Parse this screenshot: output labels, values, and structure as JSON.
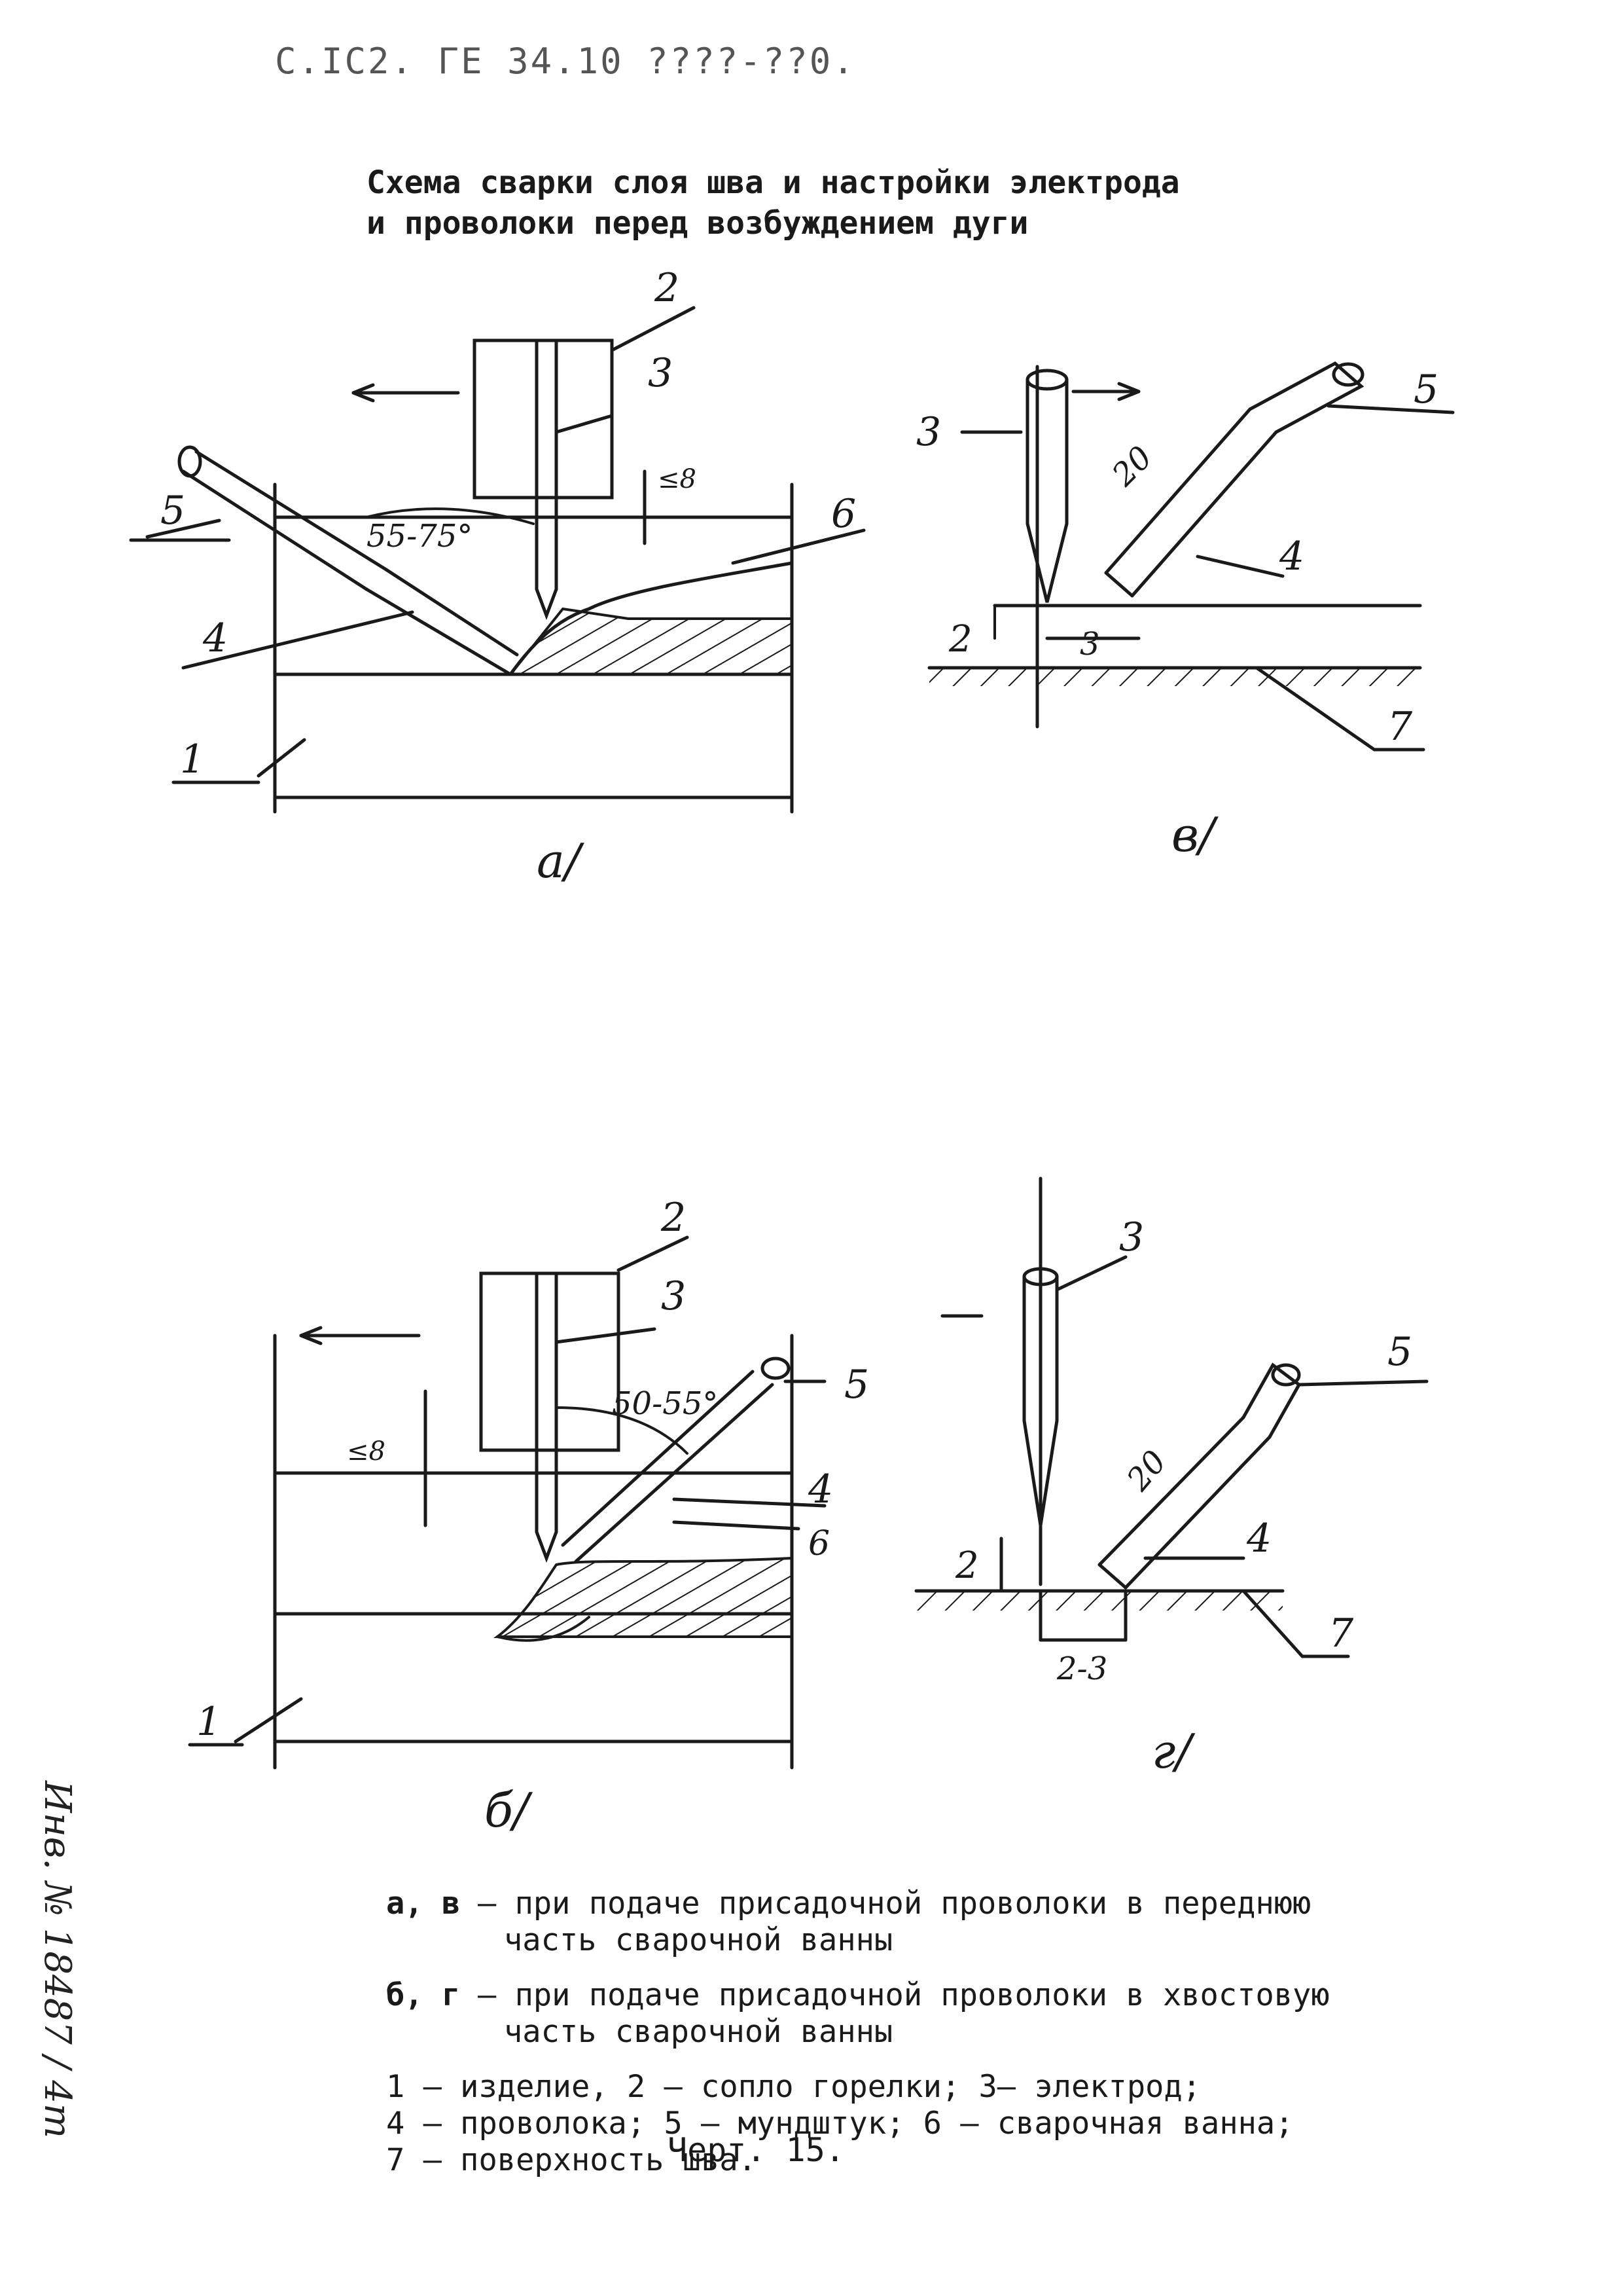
{
  "header": {
    "doc_code": "С.ІС2. ГЕ 34.10 ????-??0."
  },
  "title": {
    "line1": "Схема сварки слоя шва и настройки электрода",
    "line2": "и проволоки перед возбуждением дуги"
  },
  "diagram_a": {
    "caption": "а/",
    "angle": "55-75°",
    "gap": "≤8",
    "callouts": [
      "1",
      "2",
      "3",
      "4",
      "5",
      "6"
    ]
  },
  "diagram_v": {
    "caption": "в/",
    "dim_height": "2",
    "dim_offset": "3",
    "dim_length": "20",
    "callouts": [
      "3",
      "4",
      "5",
      "7"
    ]
  },
  "diagram_b": {
    "caption": "б/",
    "angle": "50-55°",
    "gap": "≤8",
    "callouts": [
      "1",
      "2",
      "3",
      "4",
      "5",
      "6"
    ]
  },
  "diagram_g": {
    "caption": "г/",
    "dim_height": "2",
    "dim_offset": "2-3",
    "dim_length": "20",
    "callouts": [
      "3",
      "4",
      "5",
      "7"
    ]
  },
  "legend": {
    "av_key": "а, в",
    "av_text_1": "– при подаче присадочной проволоки в переднюю",
    "av_text_2": "часть сварочной ванны",
    "bg_key": "б, г",
    "bg_text_1": "– при подаче присадочной проволоки в хвостовую",
    "bg_text_2": "часть сварочной ванны",
    "items_line1": "1 – изделие, 2 – сопло горелки; 3– электрод;",
    "items_line2": "4 – проволока; 5 – мундштук; 6 – сварочная ванна;",
    "items_line3": "7 – поверхность шва."
  },
  "figure_caption": "Черт. 15.",
  "side_note": "Инв. № 18487 / 4т"
}
